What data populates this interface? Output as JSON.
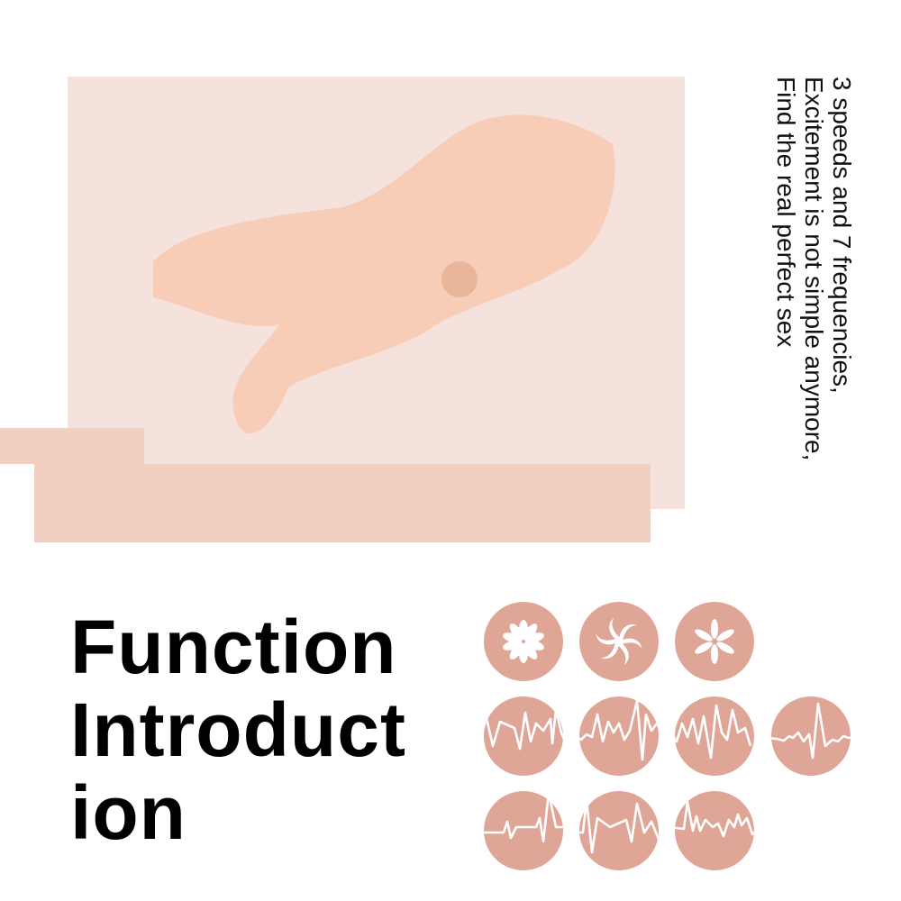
{
  "tagline": {
    "lines": [
      "3 speeds and 7 frequencies,",
      "Excitement is not simple anymore,",
      "Find the real perfect sex"
    ]
  },
  "title": {
    "lines": [
      "Function",
      "Introduct",
      "ion"
    ]
  },
  "icons": {
    "speeds": [
      "speed-1-flower-icon",
      "speed-2-swirl-icon",
      "speed-3-star-icon"
    ],
    "frequencies": [
      "frequency-1-wave-icon",
      "frequency-2-wave-icon",
      "frequency-3-wave-icon",
      "frequency-4-wave-icon",
      "frequency-5-wave-icon",
      "frequency-6-wave-icon",
      "frequency-7-wave-icon"
    ]
  },
  "colors": {
    "icon_bg": "#dfa597",
    "panel": "#f6e2dc",
    "bar": "#f3cfc2"
  }
}
